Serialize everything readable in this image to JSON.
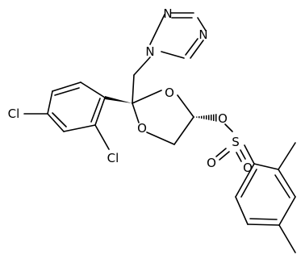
{
  "molecule": {
    "atoms": {
      "n_ring_1": "N",
      "n_ring_2": "N",
      "n_ring_3": "N",
      "o_ring_upper": "O",
      "o_ring_lower": "O",
      "o_ester": "O",
      "sulfur": "S",
      "o_sulfonyl_1": "O",
      "o_sulfonyl_2": "O",
      "cl_para": "Cl",
      "cl_ortho": "Cl"
    }
  }
}
